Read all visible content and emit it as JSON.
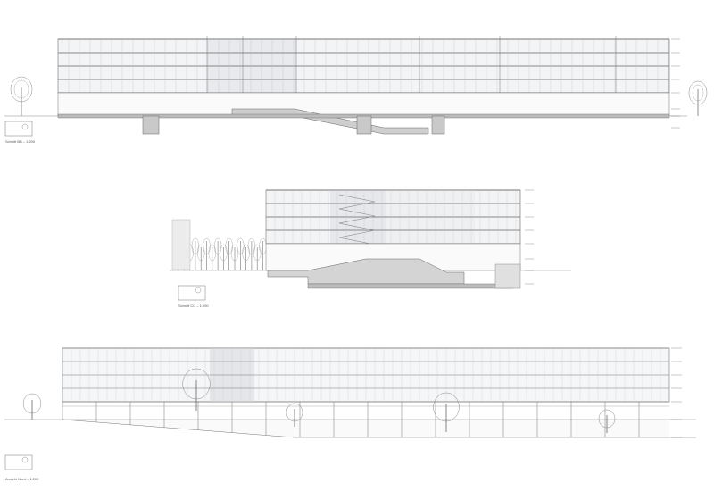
{
  "sheet": {
    "drawings": [
      {
        "id": "section-bb",
        "caption": "Schnitt BB – 1:200"
      },
      {
        "id": "section-cc",
        "caption": "Schnitt CC – 1:200"
      },
      {
        "id": "elevation-north",
        "caption": "Ansicht Nord – 1:200"
      }
    ]
  },
  "colors": {
    "line": "#555555",
    "hatch": "#999999",
    "glass": "#d9dde2",
    "ground": "#b8b8b8",
    "tree": "#6a6a6a"
  }
}
